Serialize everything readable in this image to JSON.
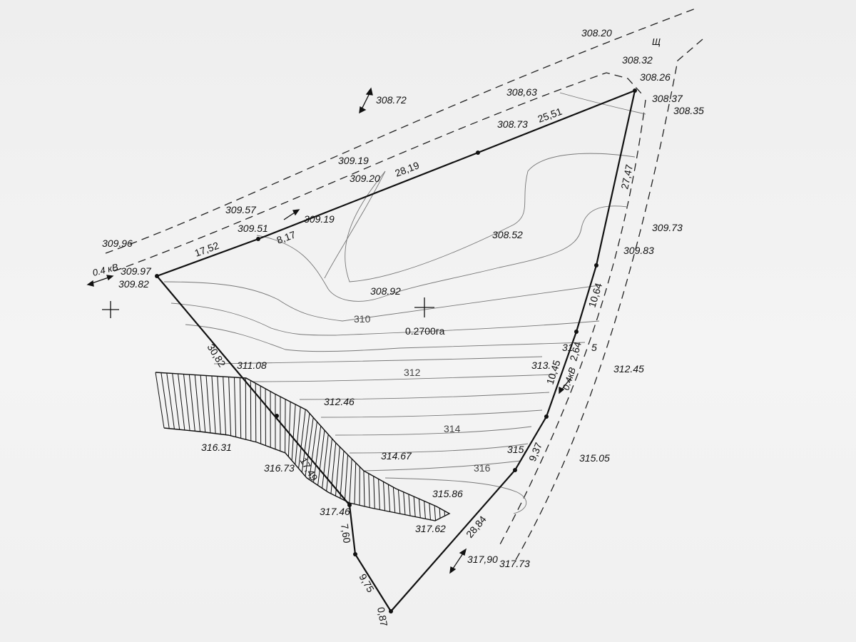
{
  "plot": {
    "area": "0.2700га",
    "sides": [
      "25,51",
      "28,19",
      "17,52",
      "8,17",
      "30,82",
      "17,49",
      "7,60",
      "9,75",
      "0,87",
      "28,84",
      "9,37",
      "10,45",
      "2,64",
      "10,64",
      "27,47"
    ]
  },
  "elevations": {
    "e1": "308.20",
    "e2": "308.32",
    "e3": "308.26",
    "e4": "308.37",
    "e5": "308.35",
    "e6": "308,63",
    "e7": "308.73",
    "e8": "308.72",
    "e9": "309.19",
    "e10": "309.20",
    "e11": "309.57",
    "e12": "309.51",
    "e13": "309.19",
    "e14": "309.96",
    "e15": "309.97",
    "e16": "309.82",
    "e17": "308.52",
    "e18": "308.92",
    "e19": "309.73",
    "e20": "309.83",
    "e21": "311.08",
    "e22": "312.46",
    "e23": "312.45",
    "e24": "316.31",
    "e25": "316.73",
    "e26": "317.46",
    "e27": "317.62",
    "e28": "314.67",
    "e29": "315.86",
    "e30": "315.",
    "e31": "315.05",
    "e32": "317,90",
    "e33": "317.73",
    "e34": "31",
    "e35": "313.",
    "e36": "5"
  },
  "contours": {
    "c310": "310",
    "c312": "312",
    "c314": "314",
    "c316": "316"
  },
  "labels": {
    "shch": "Щ",
    "line_04kv_left": "0.4 кВ",
    "line_04kv_right": "0.4кВ"
  }
}
